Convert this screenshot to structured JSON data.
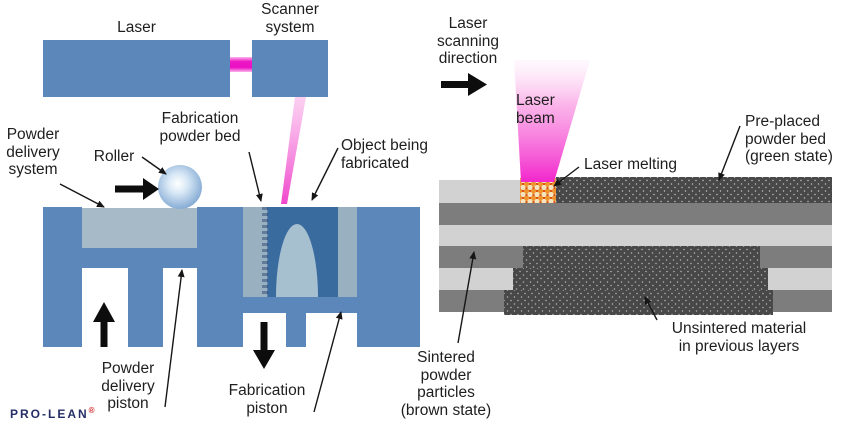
{
  "colors": {
    "machine_blue": "#5b87ba",
    "chamber_blue": "#3a6b9f",
    "bed_light": "#a7bac7",
    "column_light": "#98b0c0",
    "dome": "#a6c0d0",
    "laser_magenta": "#ee18c5",
    "layer_light": "#d2d2d2",
    "layer_dark": "#7d7d7d",
    "particle_dark": "#484848",
    "melt_orange": "#ee9530",
    "logo_navy": "#252f66",
    "logo_red": "#cc2222"
  },
  "left": {
    "laser_label": "Laser",
    "scanner_label": "Scanner\nsystem",
    "powder_delivery_system_label": "Powder\ndelivery\nsystem",
    "roller_label": "Roller",
    "fabrication_powder_bed_label": "Fabrication\npowder bed",
    "object_being_fabricated_label": "Object being\nfabricated",
    "powder_delivery_piston_label": "Powder\ndelivery\npiston",
    "fabrication_piston_label": "Fabrication\npiston",
    "logo_text": "PRO-LEAN",
    "logo_reg": "®"
  },
  "right": {
    "laser_scanning_direction_label": "Laser\nscanning\ndirection",
    "laser_beam_label": "Laser\nbeam",
    "laser_melting_label": "Laser melting",
    "pre_placed_label": "Pre-placed\npowder bed\n(green state)",
    "sintered_label": "Sintered\npowder\nparticles\n(brown state)",
    "unsintered_label": "Unsintered material\nin previous layers"
  }
}
